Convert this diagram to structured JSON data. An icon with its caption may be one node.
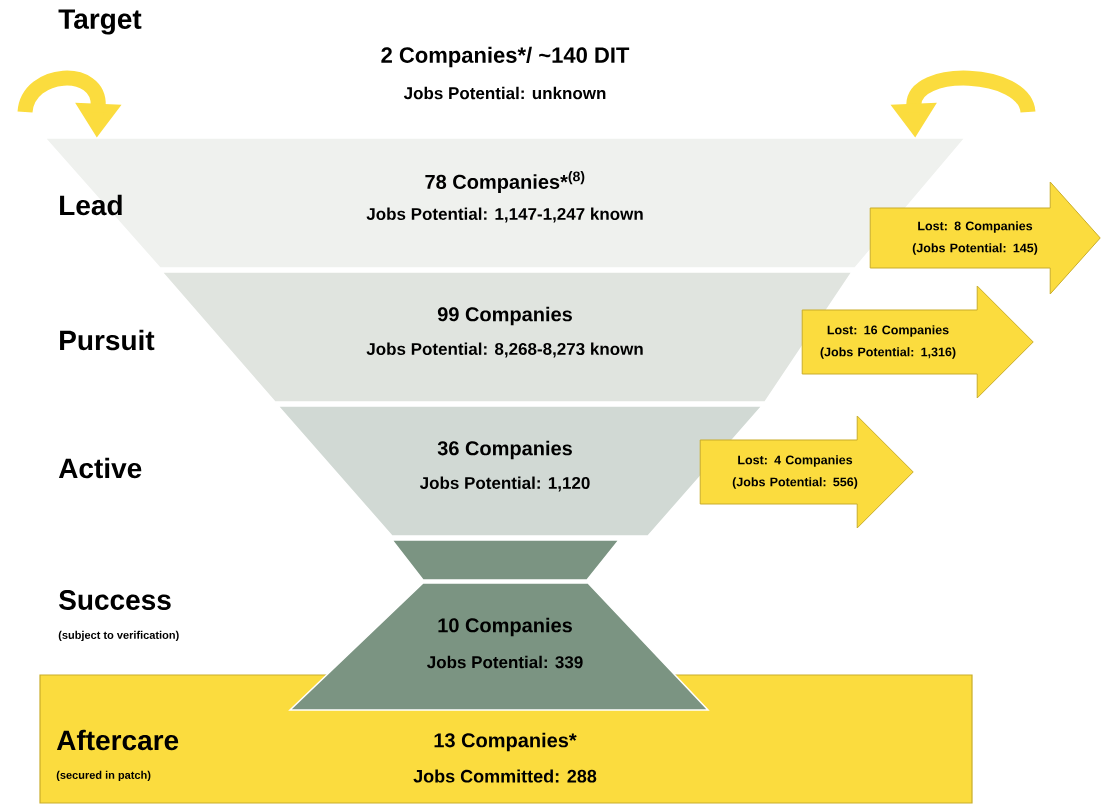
{
  "diagram": {
    "nodes": [
      {
        "text": [
          "2 Companies*/ ~140 DIT",
          "Jobs Potential: unknown"
        ]
      },
      {
        "text": [
          "78 Companies*$^{(8)}$",
          "Jobs Potential: 1,147-1,247 known"
        ]
      },
      {
        "text": [
          "99 Companies",
          "Jobs Potential: 8,268-8,273 known"
        ]
      },
      {
        "text": [
          "36 Companies",
          "Jobs Potential: 1,120"
        ]
      },
      {
        "text": [],
        "shape": "box"
      },
      {
        "text": [
          "10 Companies",
          "Jobs Potential: 339"
        ]
      },
      {
        "text": [
          "Aftercare",
          "(secured in patch)",
          "13 Companies*",
          "Jobs Committed: 288"
        ]
      }
    ],
    "edges": [
      {
        "from": null,
        "to": 1,
        "arrow": "to"
      },
      {
        "from": null,
        "to": 1,
        "arrow": "to"
      },
      {
        "from": 1,
        "to": null,
        "arrow": "to",
        "label": "Lost: 8 Companies (Jobs Potential: 145)"
      },
      {
        "from": 2,
        "to": null,
        "arrow": "to",
        "label": "Lost: 16 Companies (Jobs Potential: 1,316)"
      },
      {
        "from": 3,
        "to": null,
        "arrow": "to",
        "label": "Lost: 4 Companies (Jobs Potential: 556)"
      }
    ],
    "labels": [
      "Target",
      "Lead",
      "Pursuit",
      "Active",
      "Success",
      "(subject to verification)"
    ]
  }
}
